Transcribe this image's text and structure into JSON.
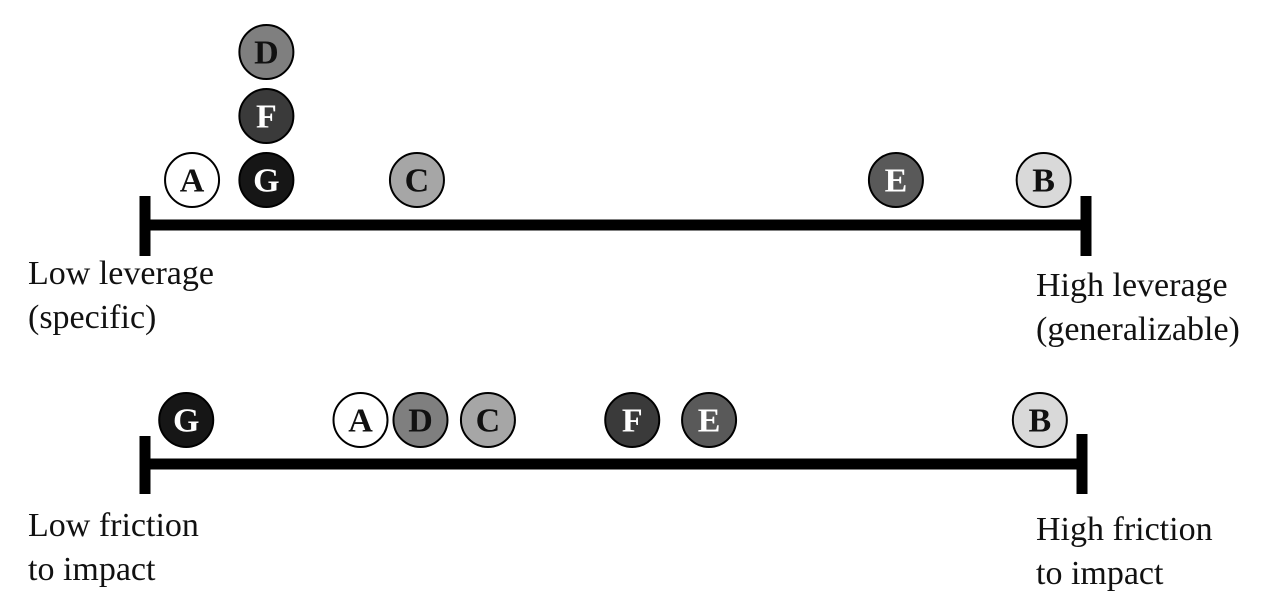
{
  "scales": [
    {
      "id": "leverage",
      "left_label": [
        "Low leverage",
        "(specific)"
      ],
      "right_label": [
        "High leverage",
        "(generalizable)"
      ],
      "markers": [
        {
          "letter": "A",
          "position": 0.05,
          "stack": 0
        },
        {
          "letter": "G",
          "position": 0.129,
          "stack": 0
        },
        {
          "letter": "F",
          "position": 0.129,
          "stack": 1
        },
        {
          "letter": "D",
          "position": 0.129,
          "stack": 2
        },
        {
          "letter": "C",
          "position": 0.289,
          "stack": 0
        },
        {
          "letter": "E",
          "position": 0.798,
          "stack": 0
        },
        {
          "letter": "B",
          "position": 0.955,
          "stack": 0
        }
      ]
    },
    {
      "id": "friction",
      "left_label": [
        "Low friction",
        "to impact"
      ],
      "right_label": [
        "High friction",
        "to impact"
      ],
      "markers": [
        {
          "letter": "G",
          "position": 0.044,
          "stack": 0
        },
        {
          "letter": "A",
          "position": 0.23,
          "stack": 0
        },
        {
          "letter": "D",
          "position": 0.294,
          "stack": 0
        },
        {
          "letter": "C",
          "position": 0.366,
          "stack": 0
        },
        {
          "letter": "F",
          "position": 0.52,
          "stack": 0
        },
        {
          "letter": "E",
          "position": 0.602,
          "stack": 0
        },
        {
          "letter": "B",
          "position": 0.955,
          "stack": 0
        }
      ]
    }
  ],
  "colors": {
    "A": {
      "fill": "#ffffff",
      "text": "#111111"
    },
    "B": {
      "fill": "#d9d9d9",
      "text": "#111111"
    },
    "C": {
      "fill": "#a6a6a6",
      "text": "#111111"
    },
    "D": {
      "fill": "#7f7f7f",
      "text": "#111111"
    },
    "E": {
      "fill": "#595959",
      "text": "#ffffff"
    },
    "F": {
      "fill": "#3a3a3a",
      "text": "#ffffff"
    },
    "G": {
      "fill": "#161616",
      "text": "#ffffff"
    }
  }
}
